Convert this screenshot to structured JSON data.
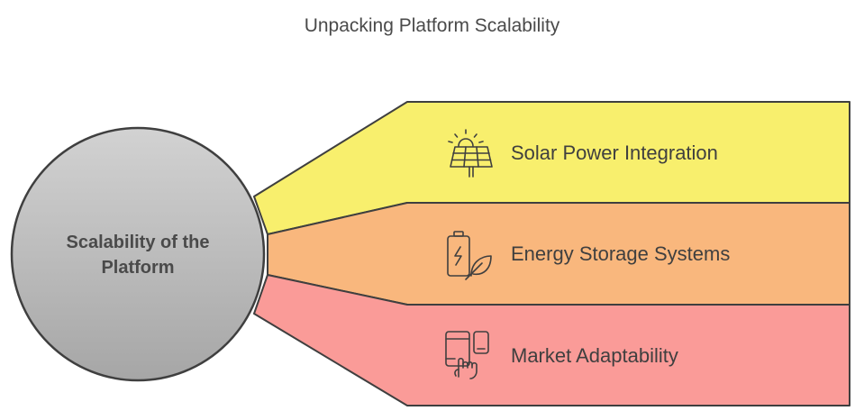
{
  "title": "Unpacking Platform Scalability",
  "hub": {
    "line1": "Scalability of the",
    "line2": "Platform"
  },
  "items": [
    {
      "label": "Solar Power Integration",
      "icon": "solar-panel-icon",
      "color": "#f8ef6d"
    },
    {
      "label": "Energy Storage Systems",
      "icon": "battery-leaf-icon",
      "color": "#f9b77d"
    },
    {
      "label": "Market Adaptability",
      "icon": "devices-hand-icon",
      "color": "#fa9b98"
    }
  ],
  "colors": {
    "outline": "#3f3f3f",
    "hub_fill_top": "#d1d1d1",
    "hub_fill_bottom": "#a7a7a7",
    "text": "#4a4a4a"
  }
}
